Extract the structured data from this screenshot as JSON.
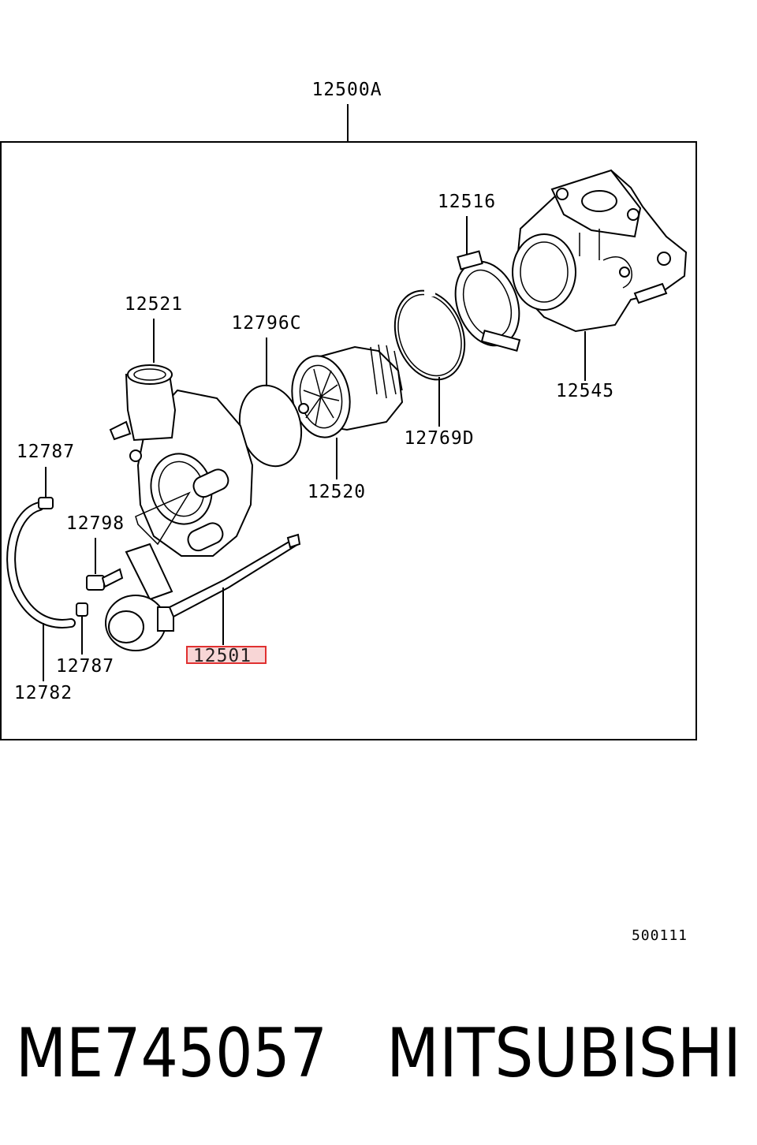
{
  "assembly_label": "12500A",
  "parts": {
    "clamp": "12516",
    "compressor_housing": "12521",
    "o_ring": "12796C",
    "snap_ring": "12769D",
    "turbine_housing": "12545",
    "cartridge": "12520",
    "clip_top": "12787",
    "bolt": "12798",
    "clip_bottom": "12787",
    "hose": "12782",
    "actuator": "12501"
  },
  "highlighted_part": "12501",
  "highlight_color": "#e03030",
  "diagram_code": "500111",
  "footer": {
    "part_number": "ME745057",
    "brand": "MITSUBISHI"
  }
}
